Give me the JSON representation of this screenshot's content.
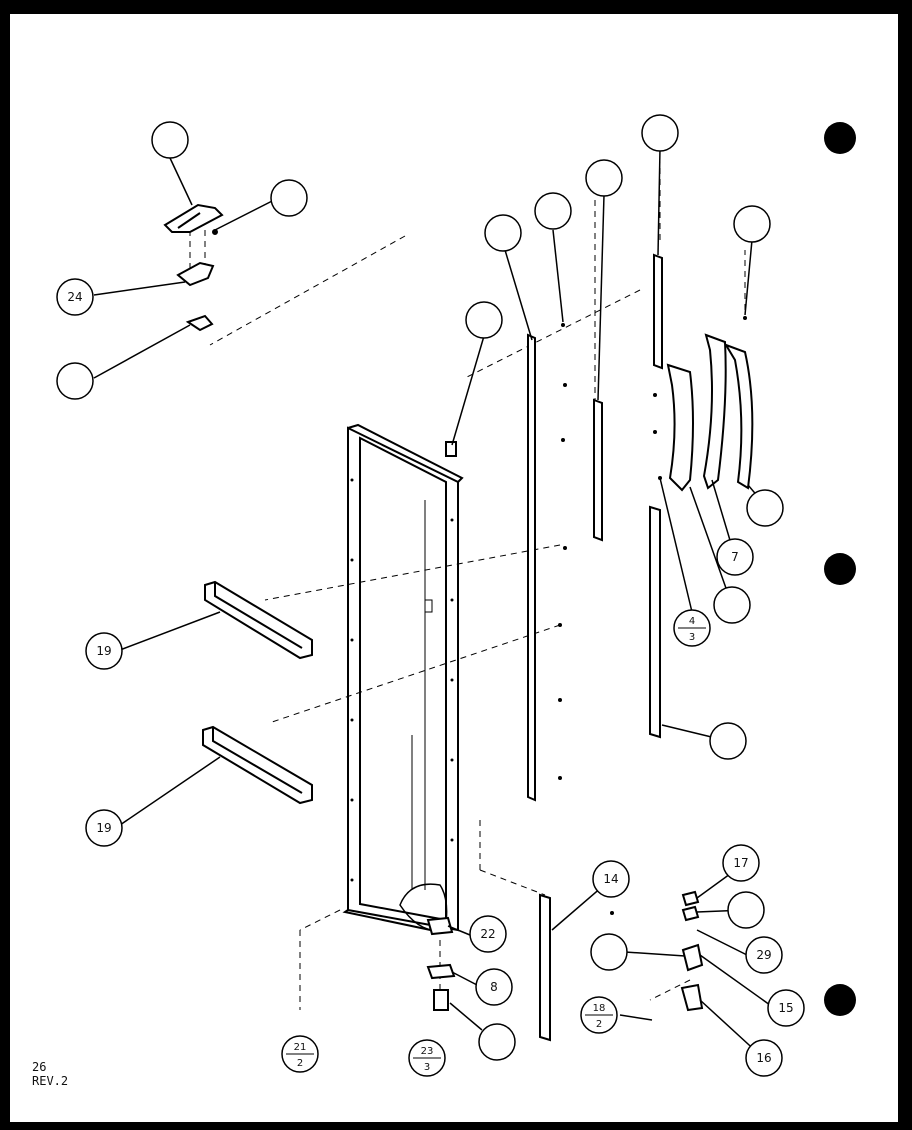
{
  "diagram": {
    "callouts": [
      {
        "id": "c-24",
        "text": "24"
      },
      {
        "id": "c-19a",
        "text": "19"
      },
      {
        "id": "c-19b",
        "text": "19"
      },
      {
        "id": "c-14",
        "text": "14"
      },
      {
        "id": "c-22",
        "text": "22"
      },
      {
        "id": "c-8",
        "text": "8"
      },
      {
        "id": "c-17",
        "text": "17"
      },
      {
        "id": "c-29",
        "text": "29"
      },
      {
        "id": "c-15",
        "text": "15"
      },
      {
        "id": "c-16",
        "text": "16"
      },
      {
        "id": "c-7",
        "text": "7"
      }
    ],
    "fractions": [
      {
        "id": "f-21-2",
        "top": "21",
        "bottom": "2"
      },
      {
        "id": "f-23-3",
        "top": "23",
        "bottom": "3"
      },
      {
        "id": "f-4-3",
        "top": "4",
        "bottom": "3"
      },
      {
        "id": "f-18-2",
        "top": "18",
        "bottom": "2"
      }
    ],
    "footer": {
      "page": "26",
      "rev": "REV.2"
    }
  }
}
